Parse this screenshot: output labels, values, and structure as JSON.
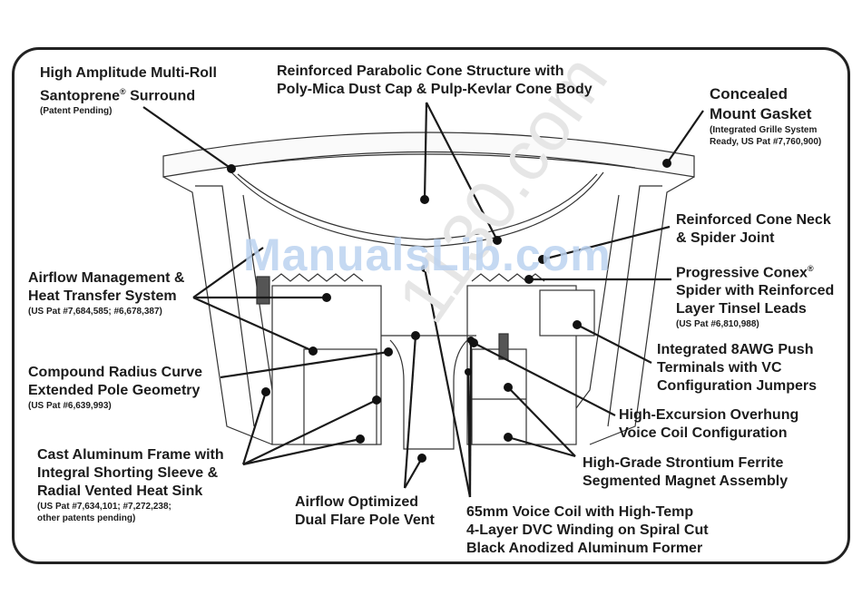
{
  "watermark": "ManualsLib.com",
  "watermark_secondary": "1130.com",
  "callouts": {
    "surround": {
      "line1": "High Amplitude Multi-Roll",
      "line2a": "Santoprene",
      "reg": "®",
      "line2b": " Surround",
      "sub": "(Patent Pending)"
    },
    "cone": {
      "line1": "Reinforced Parabolic Cone Structure with",
      "line2": "Poly-Mica Dust Cap & Pulp-Kevlar Cone Body"
    },
    "gasket": {
      "line1": "Concealed",
      "line2": "Mount Gasket",
      "sub1": "(Integrated Grille System",
      "sub2": "Ready, US Pat #7,760,900)"
    },
    "cone_neck": {
      "line1": "Reinforced Cone Neck",
      "line2": "& Spider Joint"
    },
    "spider": {
      "line1a": "Progressive Conex",
      "reg": "®",
      "line2": "Spider with Reinforced",
      "line3": "Layer Tinsel Leads",
      "sub": "(US Pat #6,810,988)"
    },
    "terminals": {
      "line1": "Integrated 8AWG Push",
      "line2": "Terminals with VC",
      "line3": "Configuration Jumpers"
    },
    "overhung": {
      "line1": "High-Excursion Overhung",
      "line2": "Voice Coil Configuration"
    },
    "magnet": {
      "line1": "High-Grade Strontium Ferrite",
      "line2": "Segmented Magnet Assembly"
    },
    "airflow": {
      "line1": "Airflow Management &",
      "line2": "Heat Transfer System",
      "sub": "(US Pat #7,684,585; #6,678,387)"
    },
    "pole": {
      "line1": "Compound Radius Curve",
      "line2": "Extended Pole Geometry",
      "sub": "(US Pat #6,639,993)"
    },
    "frame": {
      "line1": "Cast Aluminum Frame with",
      "line2": "Integral Shorting Sleeve &",
      "line3": "Radial Vented Heat Sink",
      "sub1": "(US Pat #7,634,101; #7,272,238;",
      "sub2": "other patents pending)"
    },
    "vent": {
      "line1": "Airflow Optimized",
      "line2": "Dual Flare Pole Vent"
    },
    "voice_coil": {
      "line1": "65mm Voice Coil with High-Temp",
      "line2": "4-Layer DVC Winding on Spiral Cut",
      "line3": "Black Anodized Aluminum Former"
    }
  }
}
